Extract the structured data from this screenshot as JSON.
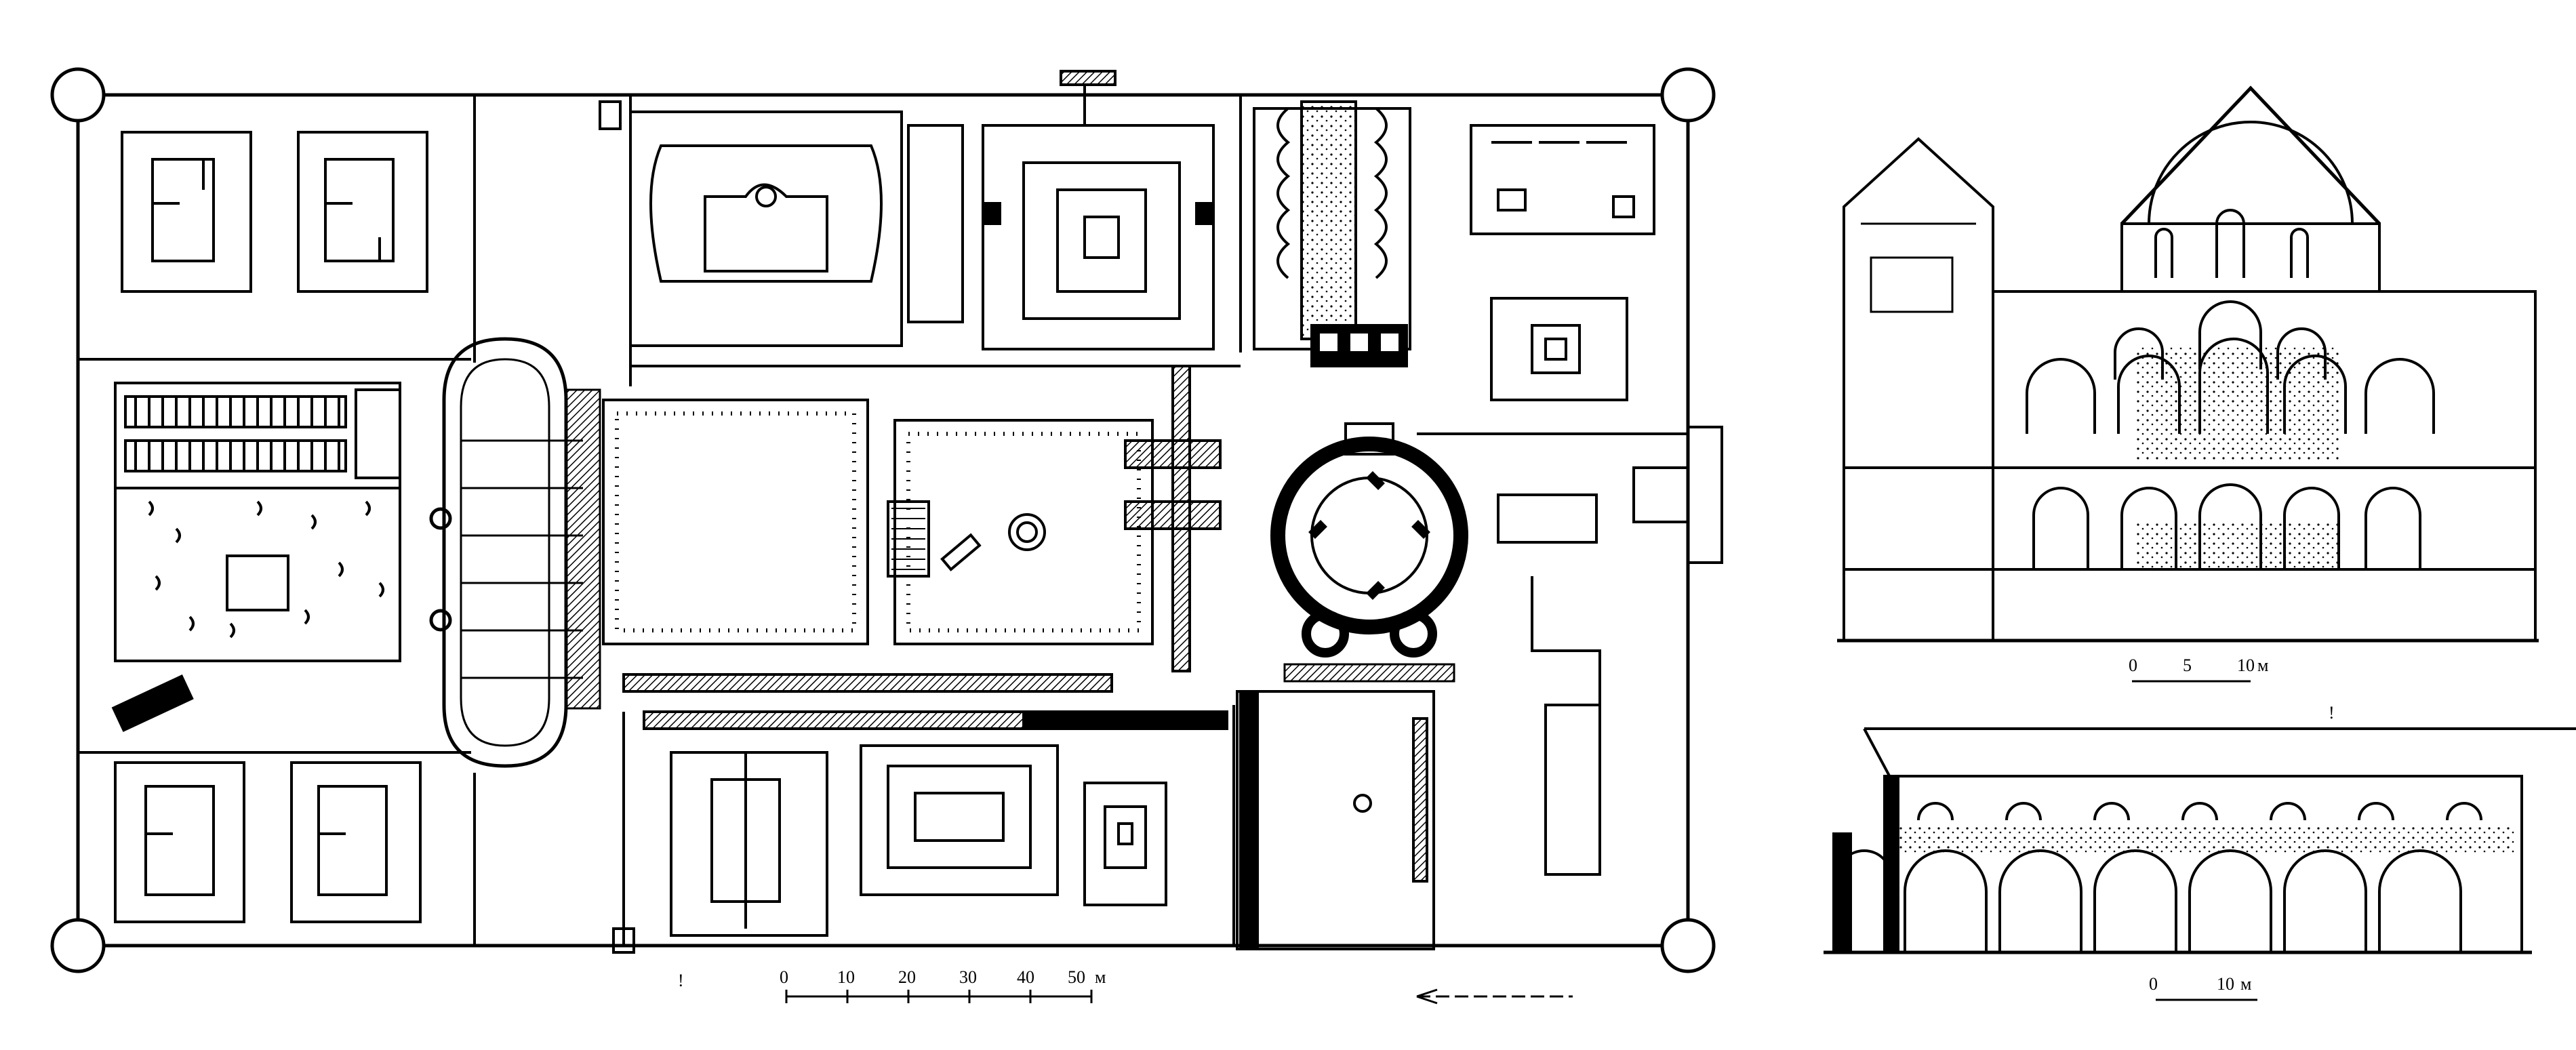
{
  "plan": {
    "scale_labels": [
      "0",
      "10",
      "20",
      "30",
      "40",
      "50"
    ],
    "scale_unit": "м",
    "north_mark": "!",
    "section_mark": "!"
  },
  "section_top": {
    "scale_labels": [
      "0",
      "5",
      "10"
    ],
    "scale_unit": "м"
  },
  "section_bottom": {
    "scale_labels": [
      "0",
      "10"
    ],
    "scale_unit": "м"
  }
}
